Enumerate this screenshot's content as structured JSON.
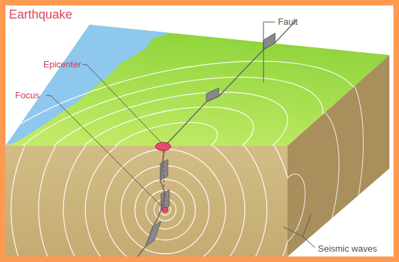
{
  "diagram": {
    "title": "Earthquake",
    "labels": [
      "Fault",
      "Epicenter",
      "Focus",
      "Seismic waves"
    ]
  }
}
